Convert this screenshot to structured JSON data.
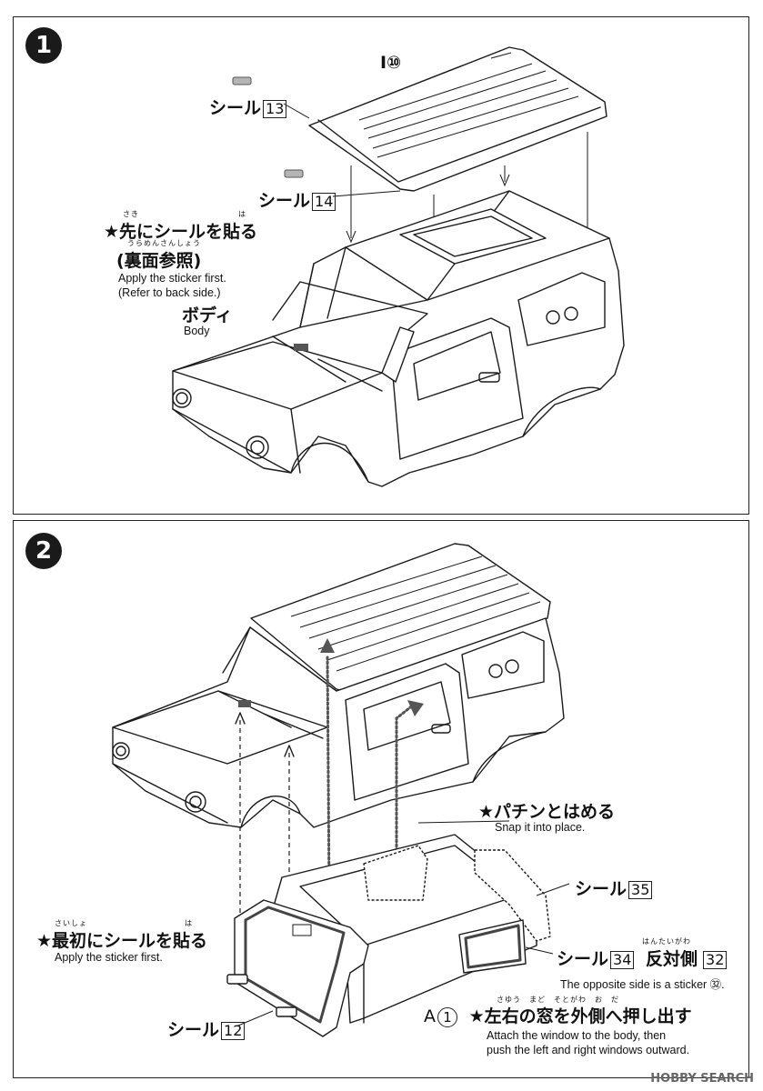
{
  "steps": [
    {
      "number": "1",
      "part_roof": "I⑩",
      "sticker13": {
        "text": "シール",
        "num": "13"
      },
      "sticker14": {
        "text": "シール",
        "num": "14"
      },
      "note_jp": "★先にシールを貼る",
      "note_jp_ruby_1": "さき",
      "note_jp_ruby_2": "は",
      "note_jp2": "(裏面参照)",
      "note_jp2_ruby": "うらめんさんしょう",
      "note_en": "Apply the sticker first.",
      "note_en2": "(Refer to back side.)",
      "body_jp": "ボディ",
      "body_en": "Body"
    },
    {
      "number": "2",
      "snap_jp": "★パチンとはめる",
      "snap_en": "Snap it into place.",
      "sticker35": {
        "text": "シール",
        "num": "35"
      },
      "first_jp": "★最初にシールを貼る",
      "first_ruby_1": "さいしょ",
      "first_ruby_2": "は",
      "first_en": "Apply the sticker first.",
      "sticker34": {
        "text": "シール",
        "num": "34"
      },
      "opposite_jp": "反対側",
      "opposite_ruby": "はんたいがわ",
      "opposite_num": "32",
      "opposite_en": "The opposite side is a sticker ㉜.",
      "sticker12": {
        "text": "シール",
        "num": "12"
      },
      "part_a": "A",
      "part_a_num": "1",
      "push_jp": "★左右の窓を外側へ押し出す",
      "push_ruby": "さゆう　まど　そとがわ　お　だ",
      "push_en": "Attach the window to the body, then",
      "push_en2": "push the left and right windows outward."
    }
  ],
  "watermark": "HOBBY SEARCH"
}
